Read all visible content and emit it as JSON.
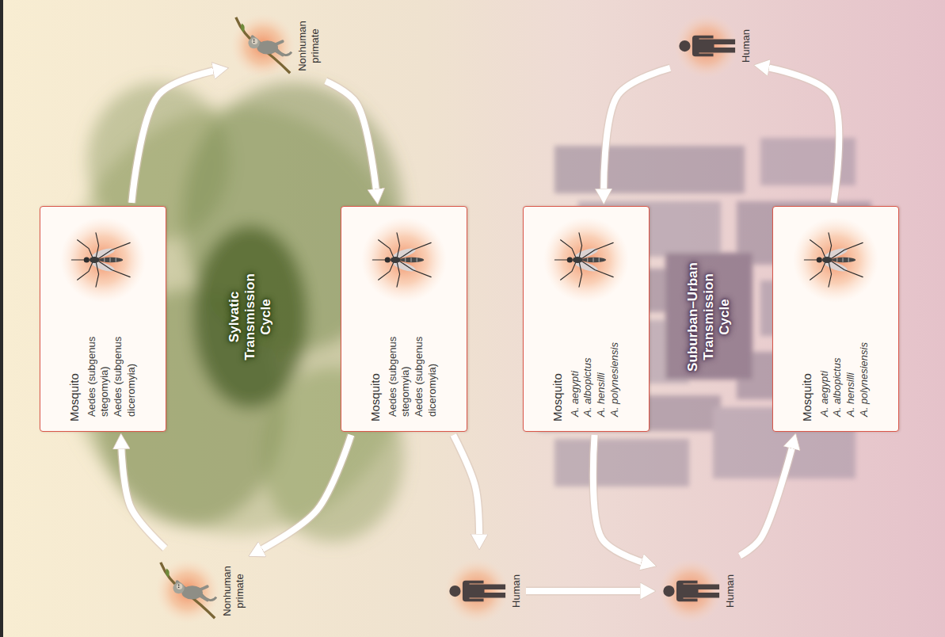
{
  "diagram": {
    "nodes": [
      {
        "text": [
          "Mosquito",
          "Aedes (subgenus stegomyia)",
          "Aedes (subgenus diceromyia)"
        ]
      },
      {
        "text": [
          "Nonhuman primate"
        ]
      },
      {
        "text": [
          "Nonhuman primate"
        ]
      },
      {
        "text": [
          "Mosquito",
          "Aedes (subgenus stegomyia)",
          "Aedes (subgenus diceromyia)"
        ]
      },
      {
        "text": [
          "Human"
        ]
      },
      {
        "text": [
          "Mosquito",
          "A. aegypti",
          "A. albopictus",
          "A. hensilli",
          "A. polynesiensis"
        ]
      },
      {
        "text": [
          "Human"
        ]
      },
      {
        "text": [
          "Human"
        ]
      },
      {
        "text": [
          "Mosquito",
          "A. aegypti",
          "A. albopictus",
          "A. hensilli",
          "A. polynesiensis"
        ]
      }
    ],
    "edges": [
      {
        "from": 1,
        "to": 0,
        "arrow": "to"
      },
      {
        "from": 0,
        "to": 2,
        "arrow": "to"
      },
      {
        "from": 2,
        "to": 3,
        "arrow": "to"
      },
      {
        "from": 3,
        "to": 1,
        "arrow": "to"
      },
      {
        "from": 3,
        "to": 4,
        "arrow": "to"
      },
      {
        "from": 4,
        "to": 6,
        "arrow": "to"
      },
      {
        "from": 5,
        "to": 6,
        "arrow": "to"
      },
      {
        "from": 6,
        "to": 8,
        "arrow": "to"
      },
      {
        "from": 8,
        "to": 7,
        "arrow": "to"
      },
      {
        "from": 7,
        "to": 5,
        "arrow": "to"
      }
    ],
    "labels": [
      "Sylvatic Transmission Cycle",
      "Suburban–Urban Transmission Cycle"
    ]
  }
}
